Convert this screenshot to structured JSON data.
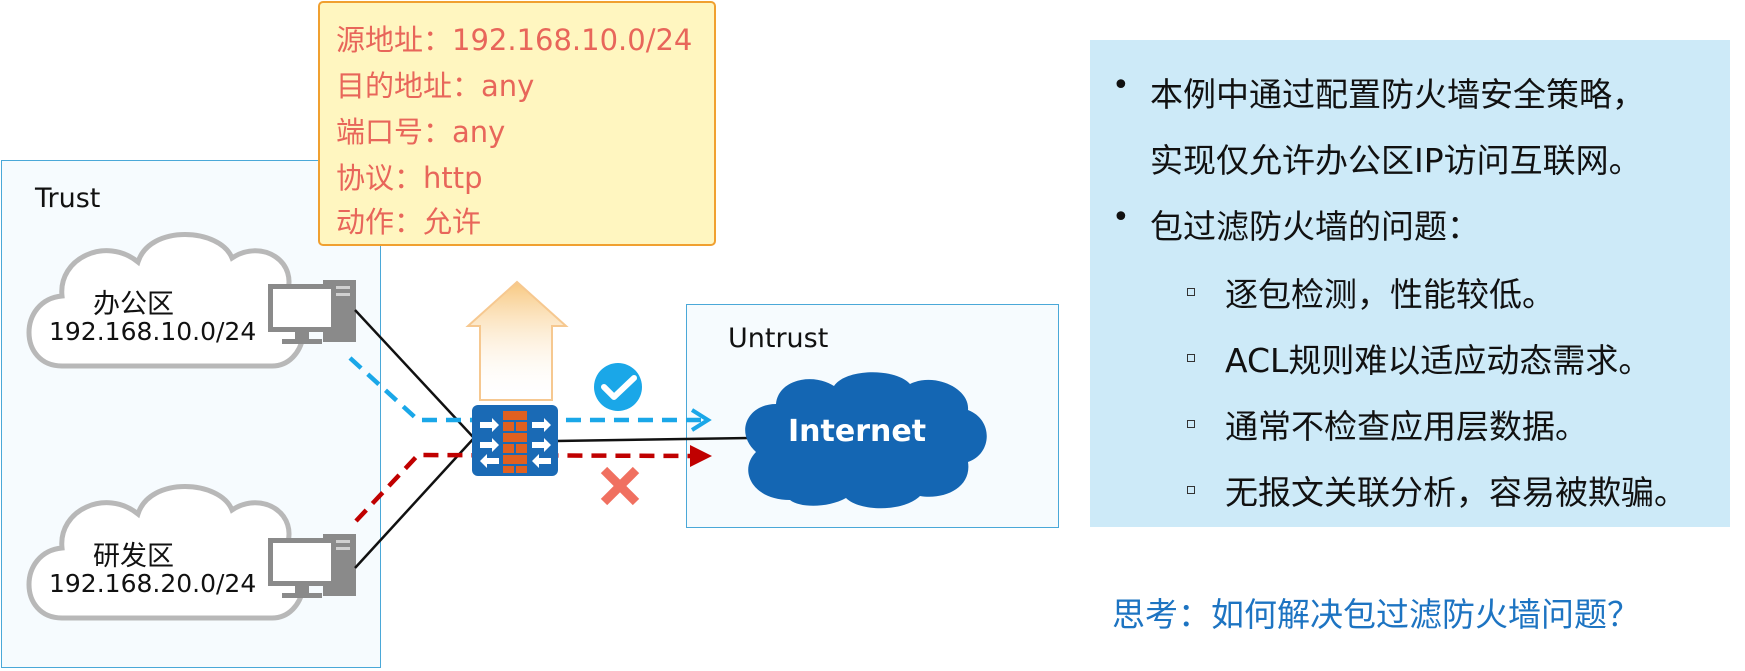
{
  "zones": {
    "trust_label": "Trust",
    "untrust_label": "Untrust"
  },
  "policy": {
    "lines": [
      "源地址：192.168.10.0/24",
      "目的地址：any",
      "端口号：any",
      "协议：http",
      "动作：允许"
    ]
  },
  "clouds": {
    "office_name": "办公区",
    "office_subnet": "192.168.10.0/24",
    "rnd_name": "研发区",
    "rnd_subnet": "192.168.20.0/24",
    "internet_label": "Internet"
  },
  "info": {
    "bullets": [
      {
        "lines": [
          "本例中通过配置防火墙安全策略，",
          "实现仅允许办公区IP访问互联网。"
        ]
      },
      {
        "lines": [
          "包过滤防火墙的问题："
        ]
      }
    ],
    "sub_bullets": [
      "逐包检测，性能较低。",
      "ACL规则难以适应动态需求。",
      "通常不检查应用层数据。",
      "无报文关联分析，容易被欺骗。"
    ]
  },
  "question": "思考：如何解决包过滤防火墙问题？",
  "colors": {
    "allowed_path": "#1aa7e8",
    "denied_path": "#c00000",
    "firewall": "#1a6ab5",
    "firewall_bricks": "#e06020",
    "internet_cloud": "#1466b3",
    "check": "#1aa7e8",
    "cross": "#f07060"
  },
  "icons": [
    "computer-icon",
    "firewall-icon",
    "check-icon",
    "cross-icon",
    "upload-arrow-icon",
    "cloud-icon"
  ]
}
